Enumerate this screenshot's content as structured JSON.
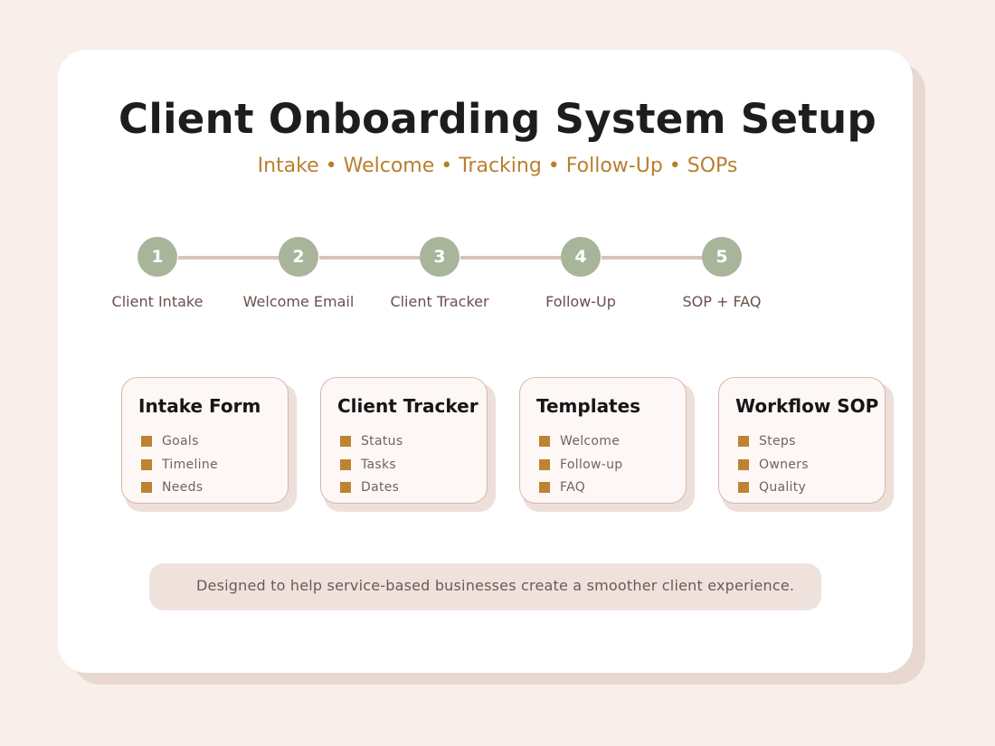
{
  "title": "Client Onboarding System Setup",
  "subtitle": "Intake • Welcome • Tracking • Follow-Up • SOPs",
  "steps": [
    {
      "number": "1",
      "label": "Client Intake"
    },
    {
      "number": "2",
      "label": "Welcome Email"
    },
    {
      "number": "3",
      "label": "Client Tracker"
    },
    {
      "number": "4",
      "label": "Follow-Up"
    },
    {
      "number": "5",
      "label": "SOP + FAQ"
    }
  ],
  "cards": [
    {
      "title": "Intake Form",
      "items": [
        "Goals",
        "Timeline",
        "Needs"
      ]
    },
    {
      "title": "Client Tracker",
      "items": [
        "Status",
        "Tasks",
        "Dates"
      ]
    },
    {
      "title": "Templates",
      "items": [
        "Welcome",
        "Follow-up",
        "FAQ"
      ]
    },
    {
      "title": "Workflow SOP",
      "items": [
        "Steps",
        "Owners",
        "Quality"
      ]
    }
  ],
  "footer": "Designed to help service-based businesses create a smoother client experience.",
  "colors": {
    "background": "#f8efea",
    "card": "#ffffff",
    "accent": "#b97f2e",
    "step_circle": "#a9b59a",
    "connector": "#d9c2bb",
    "bullet": "#bc8432"
  }
}
